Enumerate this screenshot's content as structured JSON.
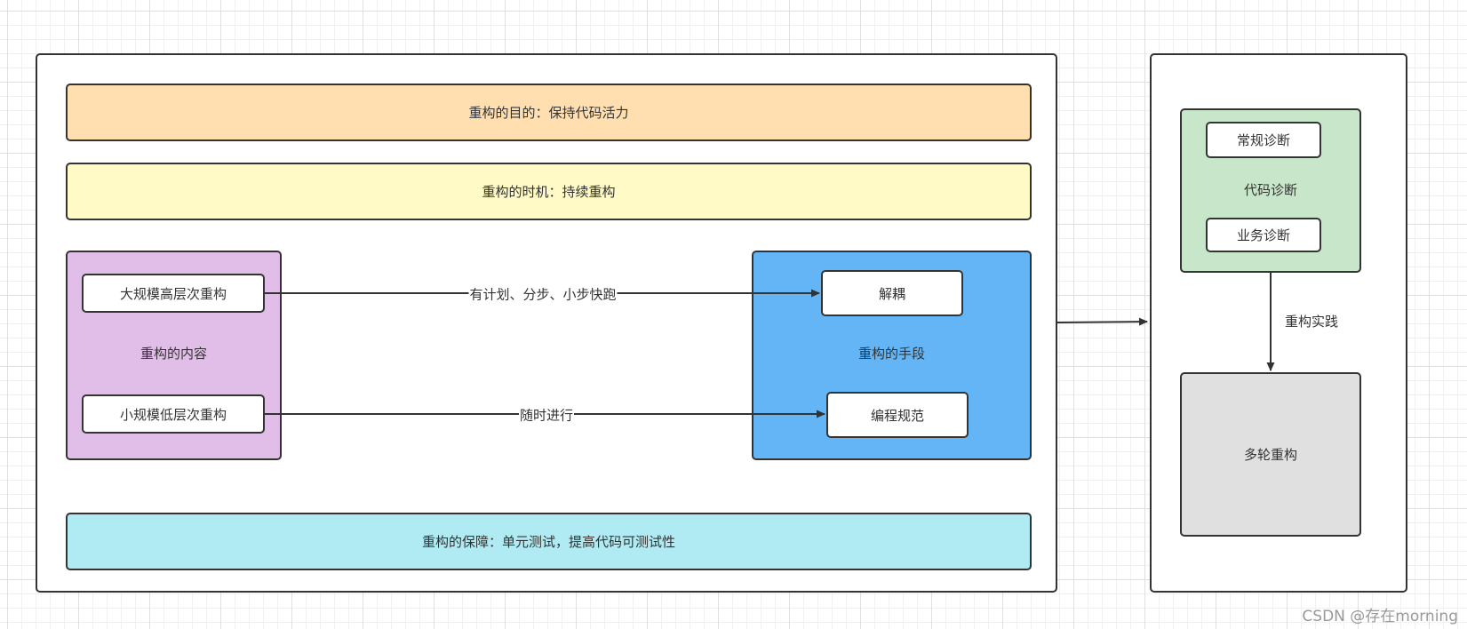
{
  "left_panel": {
    "purpose": "重构的目的：保持代码活力",
    "timing": "重构的时机：持续重构",
    "guarantee": "重构的保障：单元测试，提高代码可测试性",
    "content_group": {
      "title": "重构的内容",
      "items": [
        "大规模高层次重构",
        "小规模低层次重构"
      ]
    },
    "means_group": {
      "title": "重构的手段",
      "items": [
        "解耦",
        "编程规范"
      ]
    },
    "edges": [
      "有计划、分步、小步快跑",
      "随时进行"
    ]
  },
  "right_panel": {
    "diagnosis_group": {
      "title": "代码诊断",
      "items": [
        "常规诊断",
        "业务诊断"
      ]
    },
    "edge": "重构实践",
    "result": "多轮重构"
  },
  "watermark": "CSDN @存在morning",
  "colors": {
    "stroke": "#333333",
    "purpose_fill": "#ffdfb0",
    "timing_fill": "#fffac6",
    "guarantee_fill": "#b0eaf3",
    "content_fill": "#e1bee7",
    "means_fill": "#64b5f6",
    "diagnosis_fill": "#c8e6c9",
    "result_fill": "#e0e0e0",
    "node_fill": "#ffffff"
  }
}
